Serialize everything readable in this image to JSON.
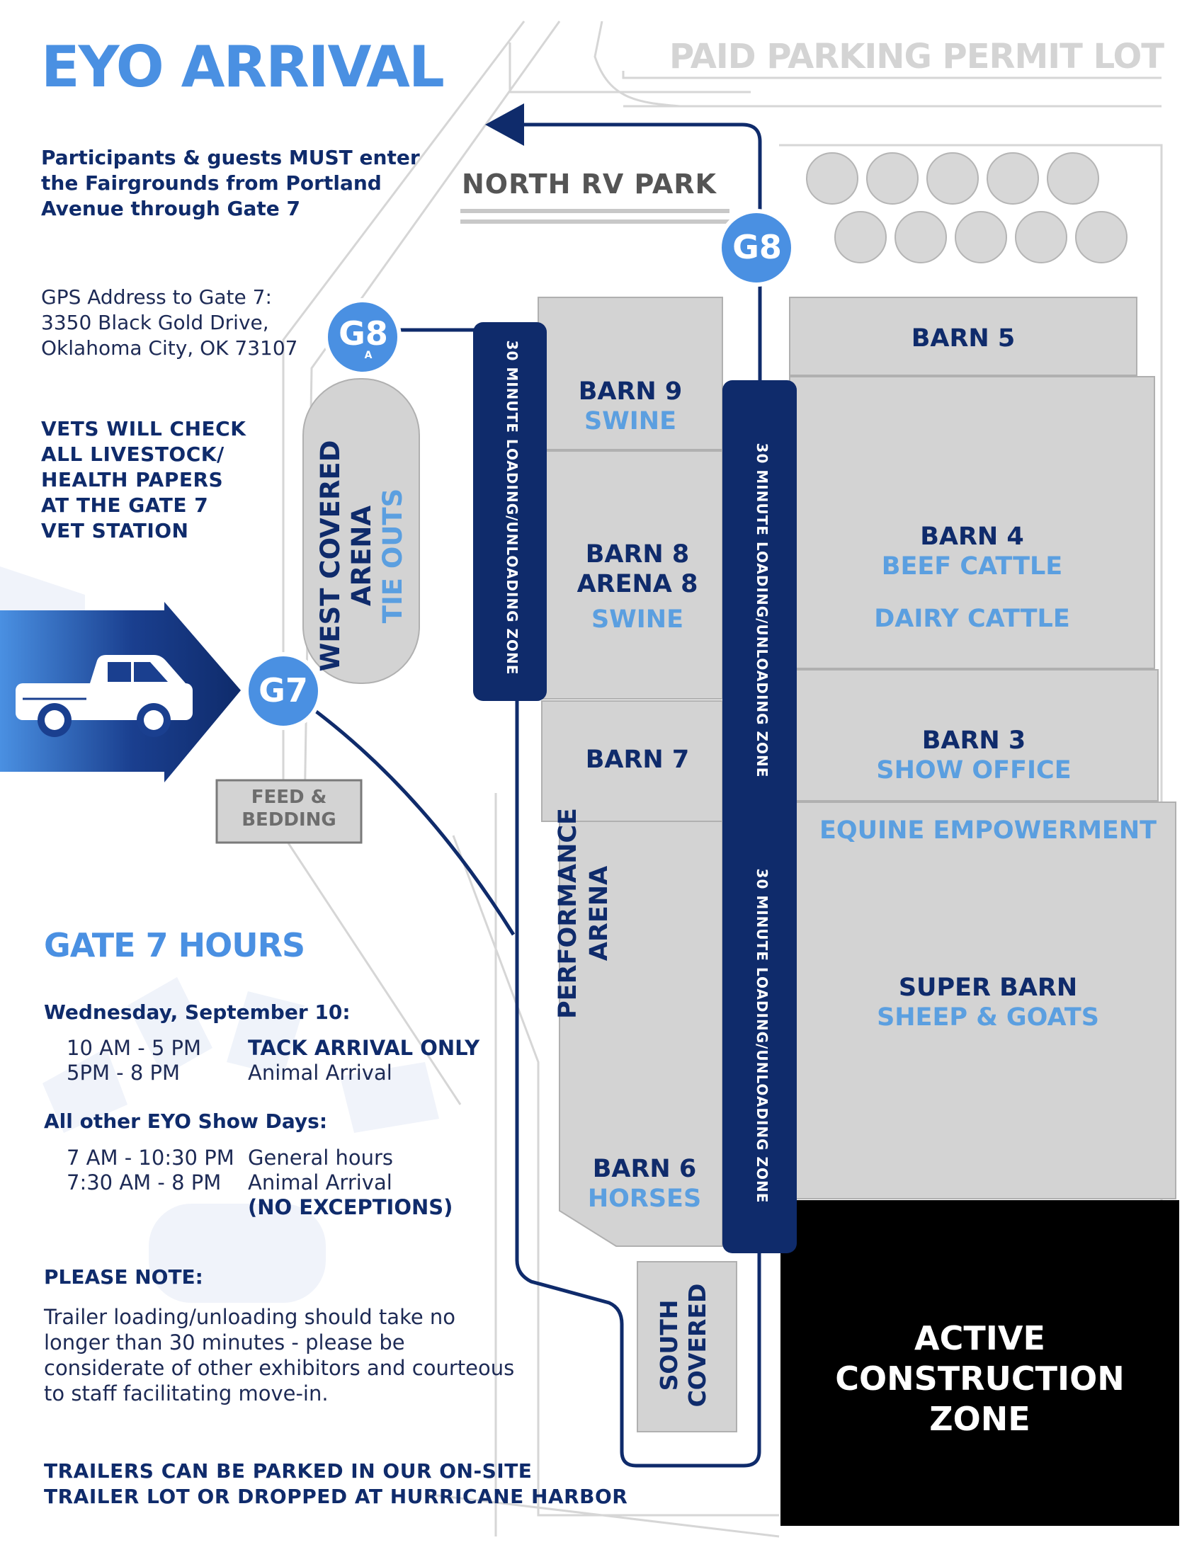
{
  "header": {
    "title": "EYO ARRIVAL",
    "parking": "PAID PARKING PERMIT LOT"
  },
  "intro": {
    "enter": [
      "Participants & guests MUST enter",
      "the Fairgrounds from Portland",
      "Avenue through Gate 7"
    ],
    "gps": [
      "GPS Address to Gate 7:",
      "3350 Black Gold Drive,",
      "Oklahoma City, OK 73107"
    ],
    "vets": [
      "VETS WILL CHECK",
      "ALL LIVESTOCK/",
      "HEALTH PAPERS",
      "AT THE GATE 7",
      "VET STATION"
    ]
  },
  "hours": {
    "title": "GATE 7 HOURS",
    "wednesday": {
      "label": "Wednesday, September 10:",
      "rows": [
        {
          "time": "10 AM - 5 PM",
          "desc": "TACK ARRIVAL ONLY"
        },
        {
          "time": "5PM - 8 PM",
          "desc": "Animal Arrival"
        }
      ]
    },
    "other": {
      "label": "All other EYO Show Days:",
      "rows": [
        {
          "time": "7 AM - 10:30 PM",
          "desc": "General hours"
        },
        {
          "time": "7:30 AM - 8 PM",
          "desc": "Animal Arrival"
        }
      ],
      "note": "(NO EXCEPTIONS)"
    }
  },
  "note": {
    "title": "PLEASE NOTE:",
    "lines": [
      "Trailer loading/unloading should take no",
      "longer than 30 minutes - please be",
      "considerate of other exhibitors and courteous",
      "to staff facilitating move-in."
    ],
    "trailers": [
      "TRAILERS CAN BE PARKED IN OUR ON-SITE",
      "TRAILER LOT OR DROPPED AT HURRICANE HARBOR"
    ]
  },
  "map": {
    "north_rv": "NORTH RV PARK",
    "gates": {
      "g8": "G8",
      "g8a": "G8",
      "g8a_sub": "A",
      "g7": "G7"
    },
    "loading_zone": "30 MINUTE LOADING/UNLOADING ZONE",
    "feed": [
      "FEED &",
      "BEDDING"
    ],
    "west_arena": [
      "WEST COVERED",
      "ARENA",
      "TIE OUTS"
    ],
    "barn9": {
      "name": "BARN 9",
      "sub": "SWINE"
    },
    "barn8": {
      "name1": "BARN 8",
      "name2": "ARENA 8",
      "sub": "SWINE"
    },
    "barn7": {
      "name": "BARN 7"
    },
    "performance": [
      "PERFORMANCE",
      "ARENA"
    ],
    "barn6": {
      "name": "BARN 6",
      "sub": "HORSES"
    },
    "south": [
      "SOUTH",
      "COVERED"
    ],
    "barn5": {
      "name": "BARN 5"
    },
    "barn4": {
      "name": "BARN 4",
      "sub1": "BEEF CATTLE",
      "sub2": "DAIRY CATTLE"
    },
    "barn3": {
      "name": "BARN 3",
      "sub": "SHOW OFFICE"
    },
    "equine": "EQUINE EMPOWERMENT",
    "super_barn": {
      "name": "SUPER BARN",
      "sub": "SHEEP & GOATS"
    },
    "construction": [
      "ACTIVE",
      "CONSTRUCTION",
      "ZONE"
    ]
  },
  "colors": {
    "navy": "#0f2b6b",
    "accent": "#4a90e2",
    "building": "#d3d3d3",
    "construction": "#000000"
  }
}
